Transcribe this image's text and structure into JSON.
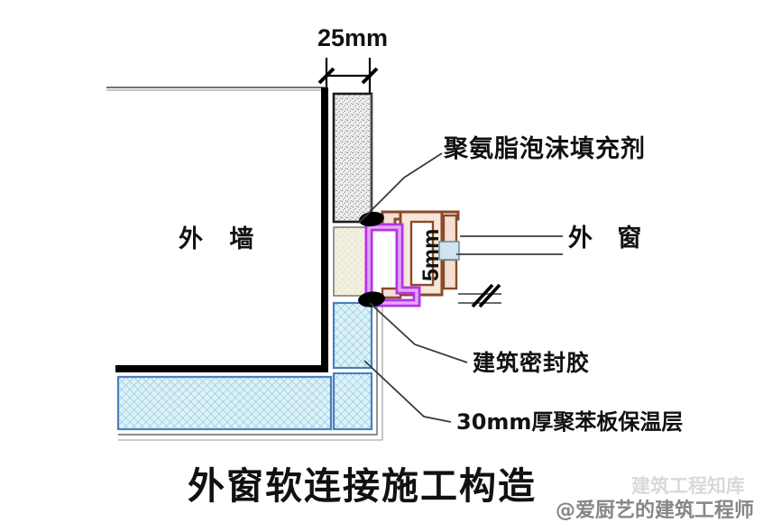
{
  "figure": {
    "title": "外窗软连接施工构造",
    "type": "architectural-detail-section",
    "background_color": "#ffffff"
  },
  "labels": {
    "foam_filler": "聚氨脂泡沫填充剂",
    "exterior_window": "外 窗",
    "building_sealant": "建筑密封胶",
    "insulation_layer": "30mm厚聚苯板保温层",
    "exterior_wall": "外 墙"
  },
  "dimensions": {
    "gap_horizontal": "25mm",
    "gap_vertical": "5mm"
  },
  "watermark": {
    "primary": "@爱厨艺的建筑工程师",
    "secondary": "建筑工程知库"
  },
  "colors": {
    "wall_line": "#000000",
    "insulation_fill": "#d6f0f7",
    "insulation_border": "#4a7fc1",
    "foam_fill": "#f2efdf",
    "window_frame": "#8a4a28",
    "window_frame_fill": "#f3e0d2",
    "sealant_purple": "#b832e8",
    "sealant_black": "#000000",
    "glass_fill": "#cfe4ee",
    "stipple_fill": "#e8e8e8",
    "leader_line": "#555555",
    "text": "#111111"
  }
}
